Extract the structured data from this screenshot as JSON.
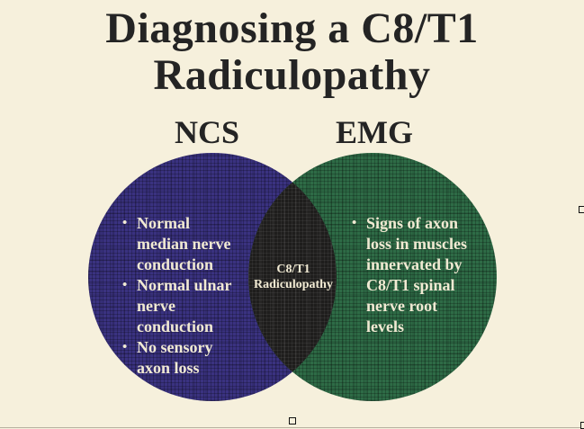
{
  "page": {
    "background": "#F6F0DC",
    "title_color": "#242424"
  },
  "header": {
    "title": "Diagnosing a C8/T1\nRadiculopathy"
  },
  "venn": {
    "bullet_glyph": "•",
    "text_color": "#F1EAD3",
    "left": {
      "label": "NCS",
      "color": "#3A3280",
      "items": [
        "Normal\nmedian nerve\nconduction",
        "Normal ulnar\nnerve\nconduction",
        "No sensory\naxon loss"
      ]
    },
    "right": {
      "label": "EMG",
      "color": "#2E6B46",
      "items": [
        "Signs of axon\nloss in muscles\ninnervated by\nC8/T1 spinal\nnerve root\nlevels"
      ]
    },
    "overlap": {
      "label": "C8/T1\nRadiculopathy",
      "color": "#1E1D1C"
    }
  }
}
